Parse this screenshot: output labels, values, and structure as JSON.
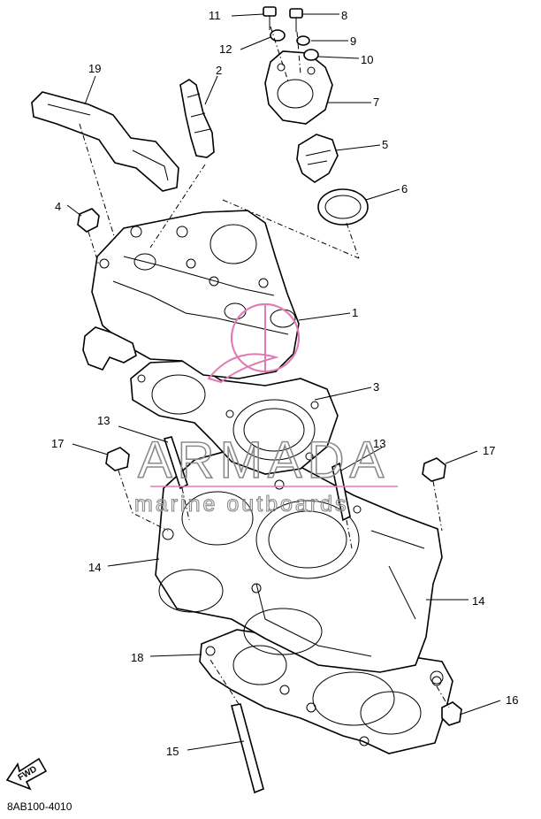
{
  "diagram": {
    "drawing_code": "8AB100-4010",
    "direction_label": "FWD",
    "callouts": [
      "1",
      "2",
      "3",
      "4",
      "5",
      "6",
      "7",
      "8",
      "9",
      "10",
      "11",
      "12",
      "13",
      "13",
      "14",
      "14",
      "15",
      "16",
      "17",
      "17",
      "18",
      "19"
    ]
  },
  "watermark": {
    "brand": "ARMADA",
    "tagline": "marine outboards",
    "colors": {
      "text": "#8a8a8a",
      "emblem": "#e07bb3"
    }
  }
}
